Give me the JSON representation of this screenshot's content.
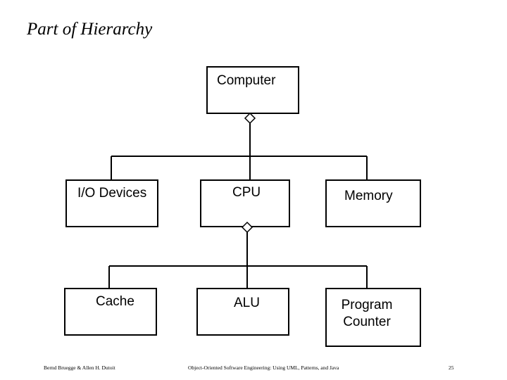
{
  "title": "Part of Hierarchy",
  "nodes": {
    "computer": "Computer",
    "io_devices": "I/O Devices",
    "cpu": "CPU",
    "memory": "Memory",
    "cache": "Cache",
    "alu": "ALU",
    "program_counter_line1": "Program",
    "program_counter_line2": "Counter"
  },
  "footer": {
    "authors": "Bernd Bruegge & Allen H. Dutoit",
    "book": "Object-Oriented Software Engineering: Using UML, Patterns, and Java",
    "page": "25"
  }
}
